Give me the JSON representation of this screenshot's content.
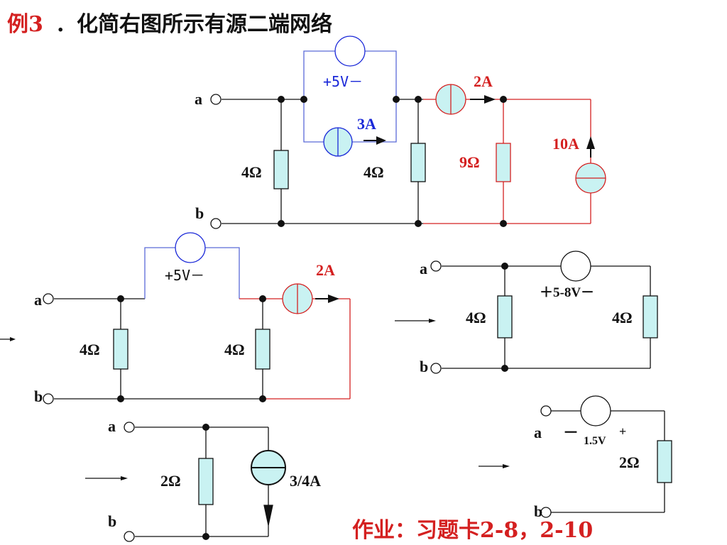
{
  "title": {
    "prefix": "例3",
    "dot": ".",
    "text": "化简右图所示有源二端网络"
  },
  "homework": "作业：习题卡2-8，2-10",
  "colors": {
    "red": "#d42020",
    "blue": "#1a28d8",
    "black": "#111111",
    "fill": "#c9f2f2",
    "wire_blue": "#5a6ad8"
  },
  "icons": [
    "voltage-source-icon",
    "current-source-icon",
    "resistor-icon",
    "arrow-icon"
  ],
  "circuit1": {
    "terminal_a": "a",
    "terminal_b": "b",
    "vsource": "+5V－",
    "isource_blue": "3A",
    "isource_red": "2A",
    "isource_right": "10A",
    "r_left": "4Ω",
    "r_mid": "4Ω",
    "r_right": "9Ω"
  },
  "circuit2": {
    "terminal_a": "a",
    "terminal_b": "b",
    "vsource": "+5V－",
    "isource": "2A",
    "r_left": "4Ω",
    "r_right": "4Ω"
  },
  "circuit3": {
    "terminal_a": "a",
    "terminal_b": "b",
    "vsource": "＋5-8V－",
    "r_left": "4Ω",
    "r_right": "4Ω"
  },
  "circuit4": {
    "terminal_a": "a",
    "terminal_b": "b",
    "resistor": "2Ω",
    "isource": "3/4A"
  },
  "circuit5": {
    "terminal_a": "a",
    "terminal_b": "b",
    "vsource_minus": "－",
    "vsource_value": "1.5V",
    "vsource_plus": "+",
    "resistor": "2Ω"
  }
}
